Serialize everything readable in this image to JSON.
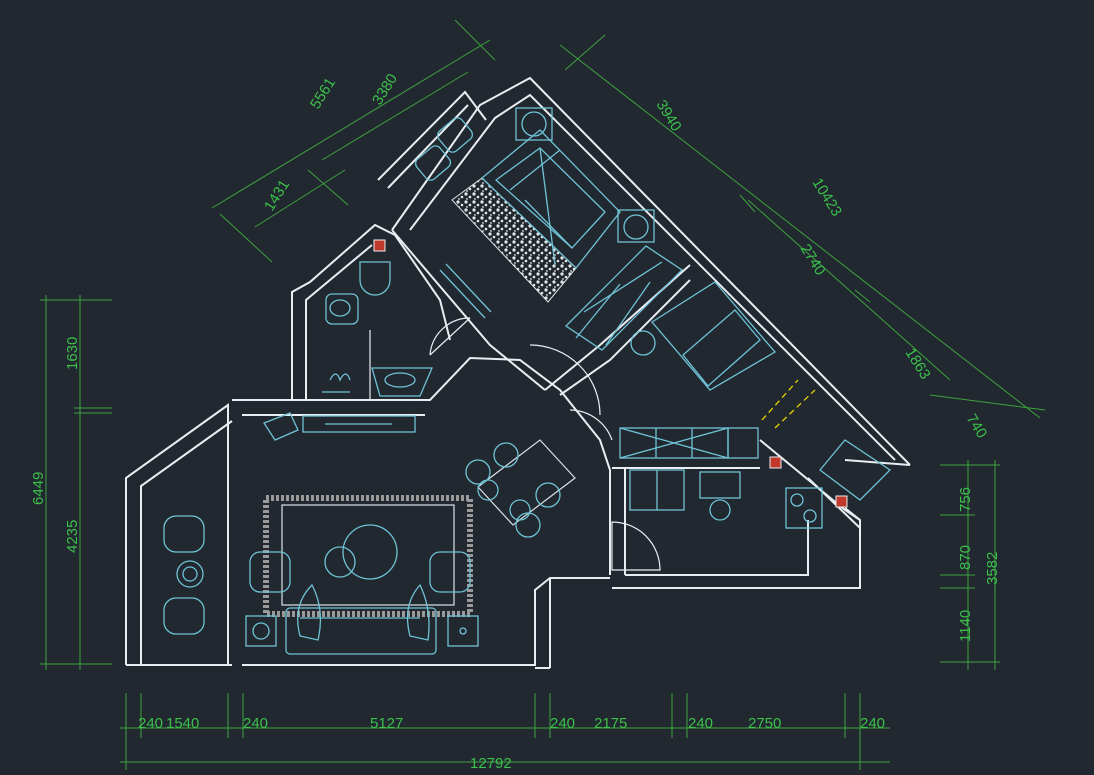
{
  "colors": {
    "background": "#212830",
    "dimension_line": "#3ea23e",
    "dimension_text": "#3cc04a",
    "walls": "#e9eef2",
    "furniture": "#6fc3d6",
    "accent_yellow": "#e6d300",
    "marker_red": "#c0392b"
  },
  "dimensions": {
    "top_left": [
      "5561",
      "3380",
      "1431"
    ],
    "top_right": [
      "3940",
      "10423",
      "2740",
      "1863",
      "740"
    ],
    "left": [
      "1630",
      "6449",
      "4235"
    ],
    "right": [
      "756",
      "870",
      "3582",
      "1140"
    ],
    "bottom": [
      "240",
      "1540",
      "240",
      "5127",
      "240",
      "2175",
      "240",
      "2750",
      "240"
    ],
    "bottom_total": "12792"
  }
}
